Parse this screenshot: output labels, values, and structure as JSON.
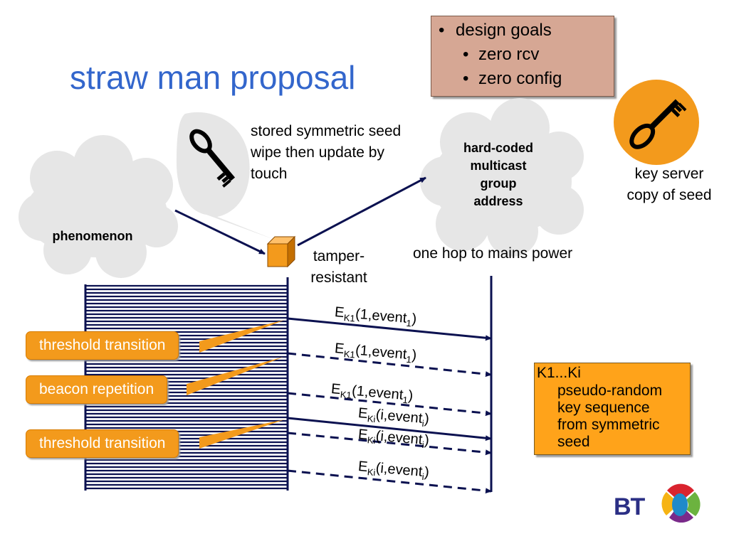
{
  "title": "straw man proposal",
  "design_goals": {
    "heading": "design goals",
    "items": [
      "zero rcv",
      "zero config"
    ]
  },
  "key_server": {
    "line1": "key server",
    "line2": "copy of seed"
  },
  "seed_note": {
    "line1": "stored symmetric seed",
    "line2": "wipe then update by",
    "line3": "touch"
  },
  "multicast_cloud": [
    "hard-coded",
    "multicast",
    "group",
    "address"
  ],
  "phenomenon": "phenomenon",
  "tamper": {
    "line1": "tamper-",
    "line2": "resistant"
  },
  "one_hop": "one hop to mains power",
  "labels": [
    "threshold transition",
    "beacon repetition",
    "threshold transition"
  ],
  "messages": [
    {
      "E": "E",
      "key": "K1",
      "args": "(1,event",
      "idx": "1",
      "close": ")"
    },
    {
      "E": "E",
      "key": "K1",
      "args": "(1,event",
      "idx": "1",
      "close": ")"
    },
    {
      "E": "E",
      "key": "K1",
      "args": "(1,event",
      "idx": "1",
      "close": ")"
    },
    {
      "E": "E",
      "key": "Ki",
      "args": "(i,event",
      "idx": "i",
      "close": ")"
    },
    {
      "E": "E",
      "key": "Ki",
      "args": "(i,event",
      "idx": "i",
      "close": ")"
    },
    {
      "E": "E",
      "key": "Ki",
      "args": "(i,event",
      "idx": "i",
      "close": ")"
    }
  ],
  "key_sequence": {
    "line1": "K1...Ki",
    "line2": "pseudo-random",
    "line3": "key sequence",
    "line4": "from symmetric",
    "line5": "seed"
  },
  "logo": {
    "text": "BT"
  },
  "colors": {
    "title": "#3366cc",
    "orange": "#f39a1c",
    "navy": "#0b1150",
    "goals_bg": "#d6a794",
    "cloud": "#e6e6e6"
  },
  "icons": [
    "key-icon",
    "key-icon",
    "sensor-cube-icon",
    "bt-piper-logo-icon"
  ]
}
